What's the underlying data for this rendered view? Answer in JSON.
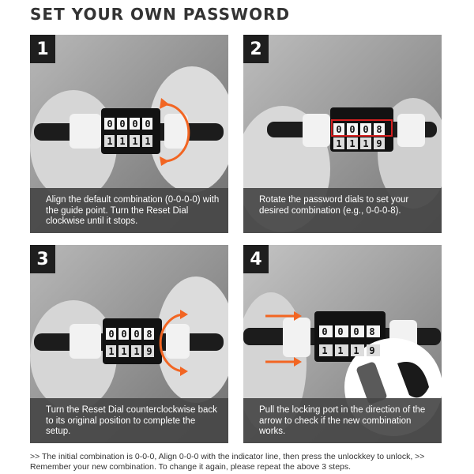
{
  "title": "SET YOUR OWN PASSWORD",
  "colors": {
    "accent": "#f26522",
    "panel_caption_bg": "#464646",
    "step_badge_bg": "#1e1e1e"
  },
  "steps": [
    {
      "number": "1",
      "caption": "Align the default combination (0-0-0-0) with the guide point. Turn the Reset Dial clockwise until it stops.",
      "dial_top": [
        "0",
        "0",
        "0",
        "0"
      ],
      "dial_bottom": [
        "1",
        "1",
        "1",
        "1"
      ]
    },
    {
      "number": "2",
      "caption": "Rotate the password dials to set your desired combination (e.g., 0-0-0-8).",
      "dial_top": [
        "0",
        "0",
        "0",
        "8"
      ],
      "dial_bottom": [
        "1",
        "1",
        "1",
        "9"
      ]
    },
    {
      "number": "3",
      "caption": "Turn the Reset Dial counterclockwise back to its original position to complete the setup.",
      "dial_top": [
        "0",
        "0",
        "0",
        "8"
      ],
      "dial_bottom": [
        "1",
        "1",
        "1",
        "9"
      ]
    },
    {
      "number": "4",
      "caption": "Pull the locking port in the direction of the arrow to check if the new combination works.",
      "dial_top": [
        "0",
        "0",
        "0",
        "8"
      ],
      "dial_bottom": [
        "1",
        "1",
        "1",
        "9"
      ]
    }
  ],
  "footer": ">> The initial combination is 0-0-0, Align 0-0-0 with the indicator line, then press the unlockkey to unlock, >> Remember your new combination. To change it again, please repeat the above 3 steps."
}
